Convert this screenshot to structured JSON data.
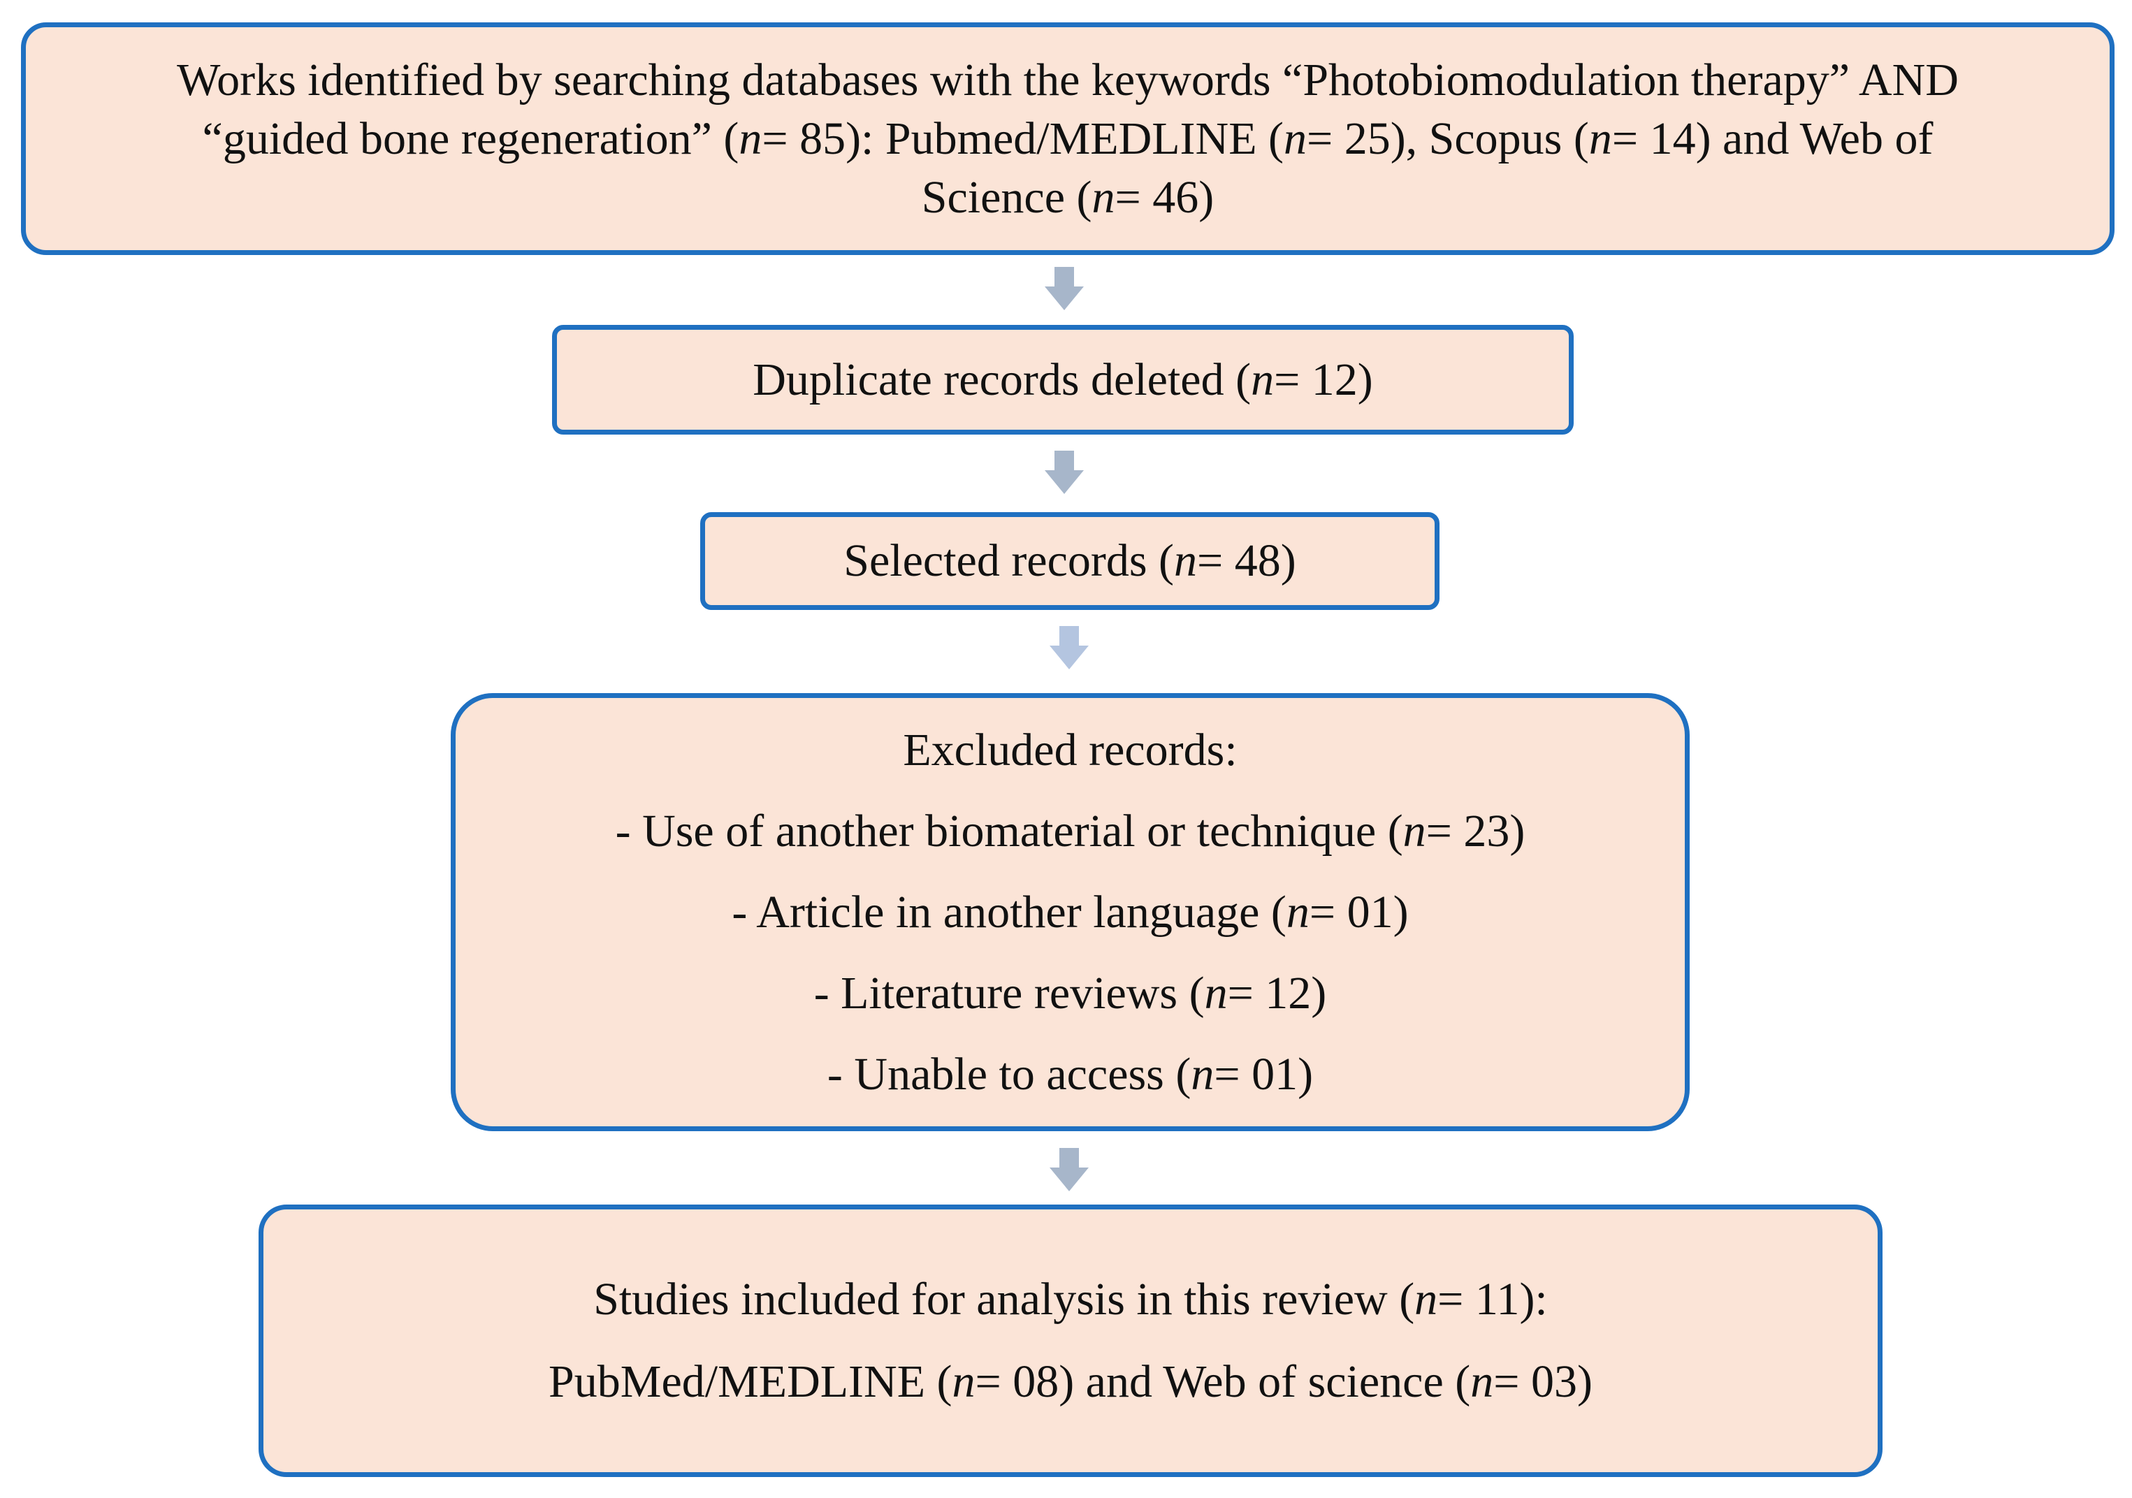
{
  "boxes": {
    "identified": {
      "line1": "Works identified by searching databases with the keywords “Photobiomodulation therapy” AND",
      "line2": "“guided bone regeneration” (n= 85): Pubmed/MEDLINE (n= 25), Scopus (n= 14) and Web of",
      "line3": "Science (n= 46)"
    },
    "duplicates": {
      "line1": "Duplicate records deleted (n= 12)"
    },
    "selected": {
      "line1": "Selected records (n= 48)"
    },
    "excluded": {
      "line1": "Excluded records:",
      "line2": "- Use of another biomaterial or technique (n= 23)",
      "line3": "- Article in another language (n= 01)",
      "line4": "- Literature reviews (n= 12)",
      "line5": "- Unable to access (n= 01)"
    },
    "included": {
      "line1": "Studies included for analysis in this review (n= 11):",
      "line2": "PubMed/MEDLINE (n= 08) and Web of science (n= 03)"
    }
  },
  "colors": {
    "box_fill": "#fbe4d7",
    "box_border": "#1f70c1",
    "arrow": "#a7b6ca"
  },
  "icons": {
    "connector": "down-arrow-icon"
  }
}
